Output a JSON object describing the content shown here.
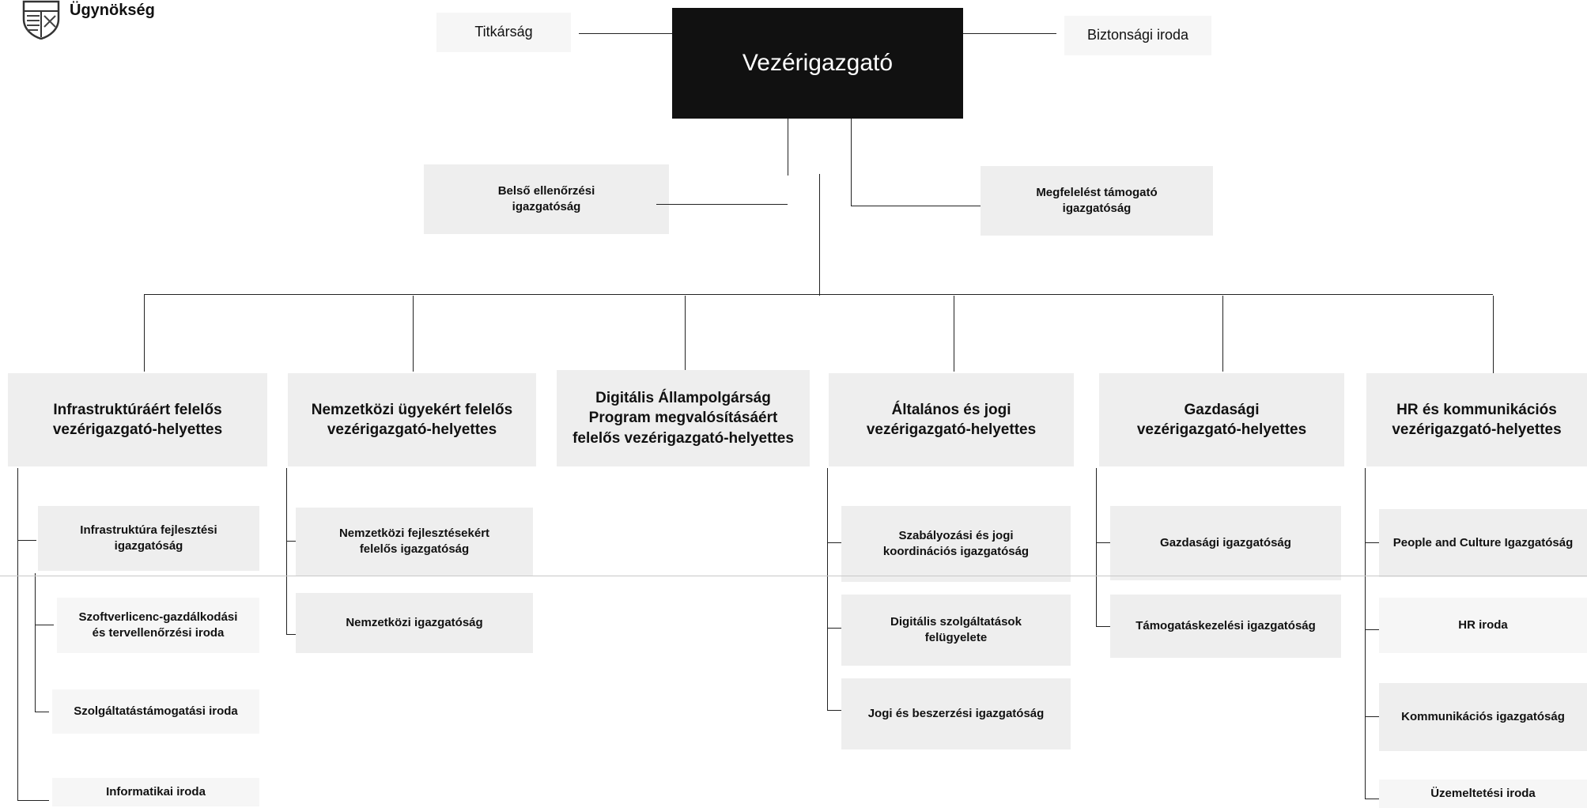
{
  "header": {
    "agency_name": "Ügynökség",
    "logo_icon": "coat-of-arms-icon"
  },
  "top": {
    "ceo": "Vezérigazgató",
    "secretariat": "Titkárság",
    "security_office": "Biztonsági iroda",
    "internal_audit": [
      "Belső ellenőrzési",
      "igazgatóság"
    ],
    "compliance": [
      "Megfelelést támogató",
      "igazgatóság"
    ]
  },
  "deputies": [
    {
      "title": [
        "Infrastruktúráért felelős",
        "vezérigazgató-helyettes"
      ],
      "units": [
        [
          "Infrastruktúra fejlesztési",
          "igazgatóság"
        ],
        [
          "Szoftverlicenc-gazdálkodási",
          "és tervellenőrzési iroda"
        ],
        [
          "Szolgáltatástámogatási iroda"
        ],
        [
          "Informatikai iroda"
        ]
      ]
    },
    {
      "title": [
        "Nemzetközi ügyekért felelős",
        "vezérigazgató-helyettes"
      ],
      "units": [
        [
          "Nemzetközi fejlesztésekért",
          "felelős igazgatóság"
        ],
        [
          "Nemzetközi igazgatóság"
        ]
      ]
    },
    {
      "title": [
        "Digitális Állampolgárság",
        "Program megvalósításáért",
        "felelős vezérigazgató-helyettes"
      ],
      "units": []
    },
    {
      "title": [
        "Általános és jogi",
        "vezérigazgató-helyettes"
      ],
      "units": [
        [
          "Szabályozási és jogi",
          "koordinációs igazgatóság"
        ],
        [
          "Digitális szolgáltatások",
          "felügyelete"
        ],
        [
          "Jogi és beszerzési igazgatóság"
        ]
      ]
    },
    {
      "title": [
        "Gazdasági",
        "vezérigazgató-helyettes"
      ],
      "units": [
        [
          "Gazdasági igazgatóság"
        ],
        [
          "Támogatáskezelési igazgatóság"
        ]
      ]
    },
    {
      "title": [
        "HR és kommunikációs",
        "vezérigazgató-helyettes"
      ],
      "units": [
        [
          "People and Culture Igazgatóság"
        ],
        [
          "HR iroda"
        ],
        [
          "Kommunikációs igazgatóság"
        ],
        [
          "Üzemeltetési iroda"
        ]
      ]
    }
  ]
}
